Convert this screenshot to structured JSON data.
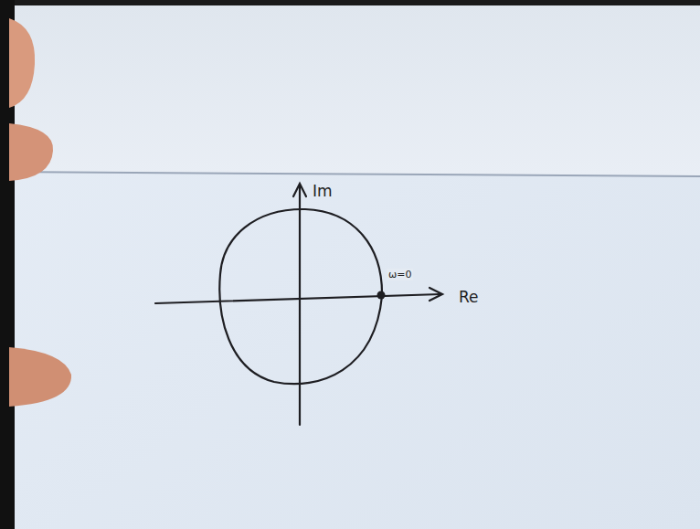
{
  "diagram": {
    "labels": [
      "Im",
      "ω=0",
      "Re"
    ]
  }
}
